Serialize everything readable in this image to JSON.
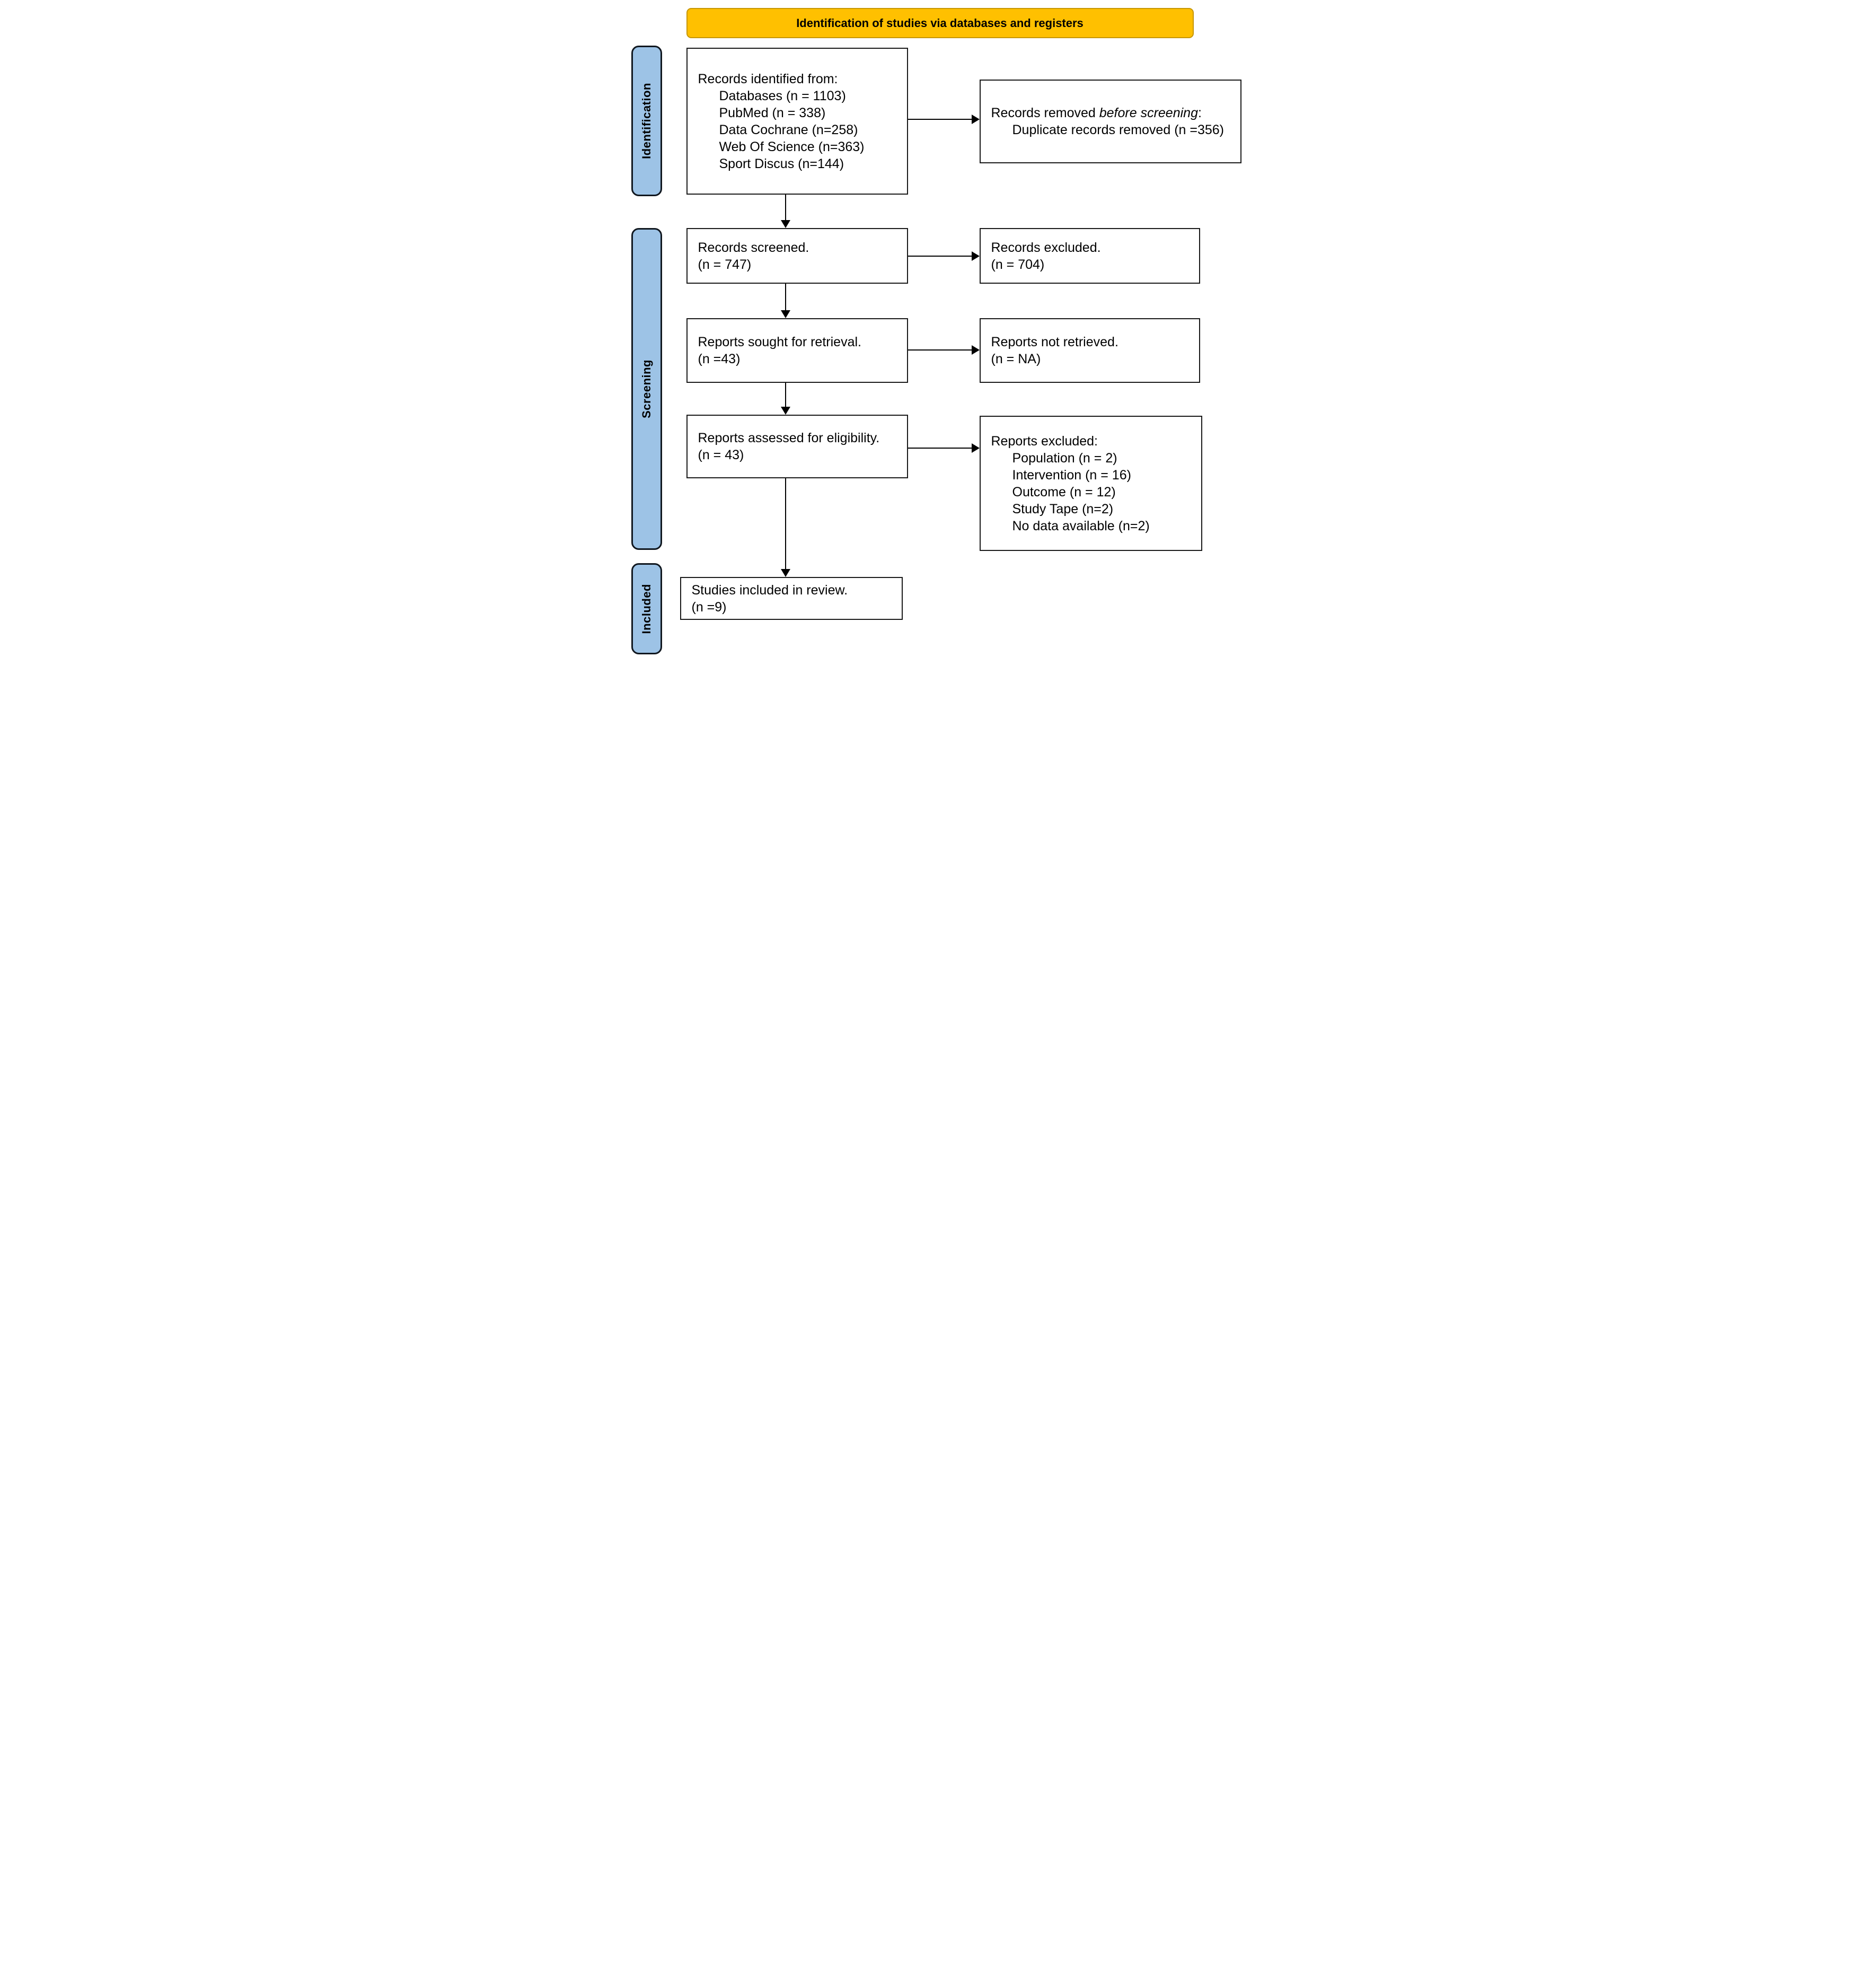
{
  "title_banner": "Identification of studies via databases and registers",
  "sidebar": {
    "identification": "Identification",
    "screening": "Screening",
    "included": "Included"
  },
  "colors": {
    "banner_bg": "#FFC000",
    "sidebar_bg": "#9DC3E6",
    "box_border": "#1a1a1a",
    "arrow": "#000000"
  },
  "boxes": {
    "records_identified": {
      "title": "Records identified from:",
      "items": [
        "Databases (n = 1103)",
        "PubMed (n = 338)",
        "Data Cochrane (n=258)",
        "Web Of Science (n=363)",
        "Sport Discus (n=144)"
      ]
    },
    "records_removed": {
      "title_prefix": "Records removed ",
      "title_italic": "before screening",
      "title_suffix": ":",
      "items": [
        "Duplicate records removed (n =356)"
      ]
    },
    "records_screened": {
      "line1": "Records screened.",
      "line2": "(n = 747)"
    },
    "records_excluded": {
      "line1": "Records excluded.",
      "line2": "(n = 704)"
    },
    "reports_sought": {
      "line1": "Reports sought for retrieval.",
      "line2": "(n =43)"
    },
    "reports_not_retrieved": {
      "line1": "Reports not retrieved.",
      "line2": "(n = NA)"
    },
    "reports_assessed": {
      "line1": "Reports assessed for eligibility.",
      "line2": "(n = 43)"
    },
    "reports_excluded": {
      "title": "Reports excluded:",
      "items": [
        "Population (n = 2)",
        "Intervention (n = 16)",
        "Outcome (n = 12)",
        "Study Tape (n=2)",
        "No data available (n=2)"
      ]
    },
    "studies_included": {
      "line1": "Studies included in review.",
      "line2": "(n =9)"
    }
  }
}
